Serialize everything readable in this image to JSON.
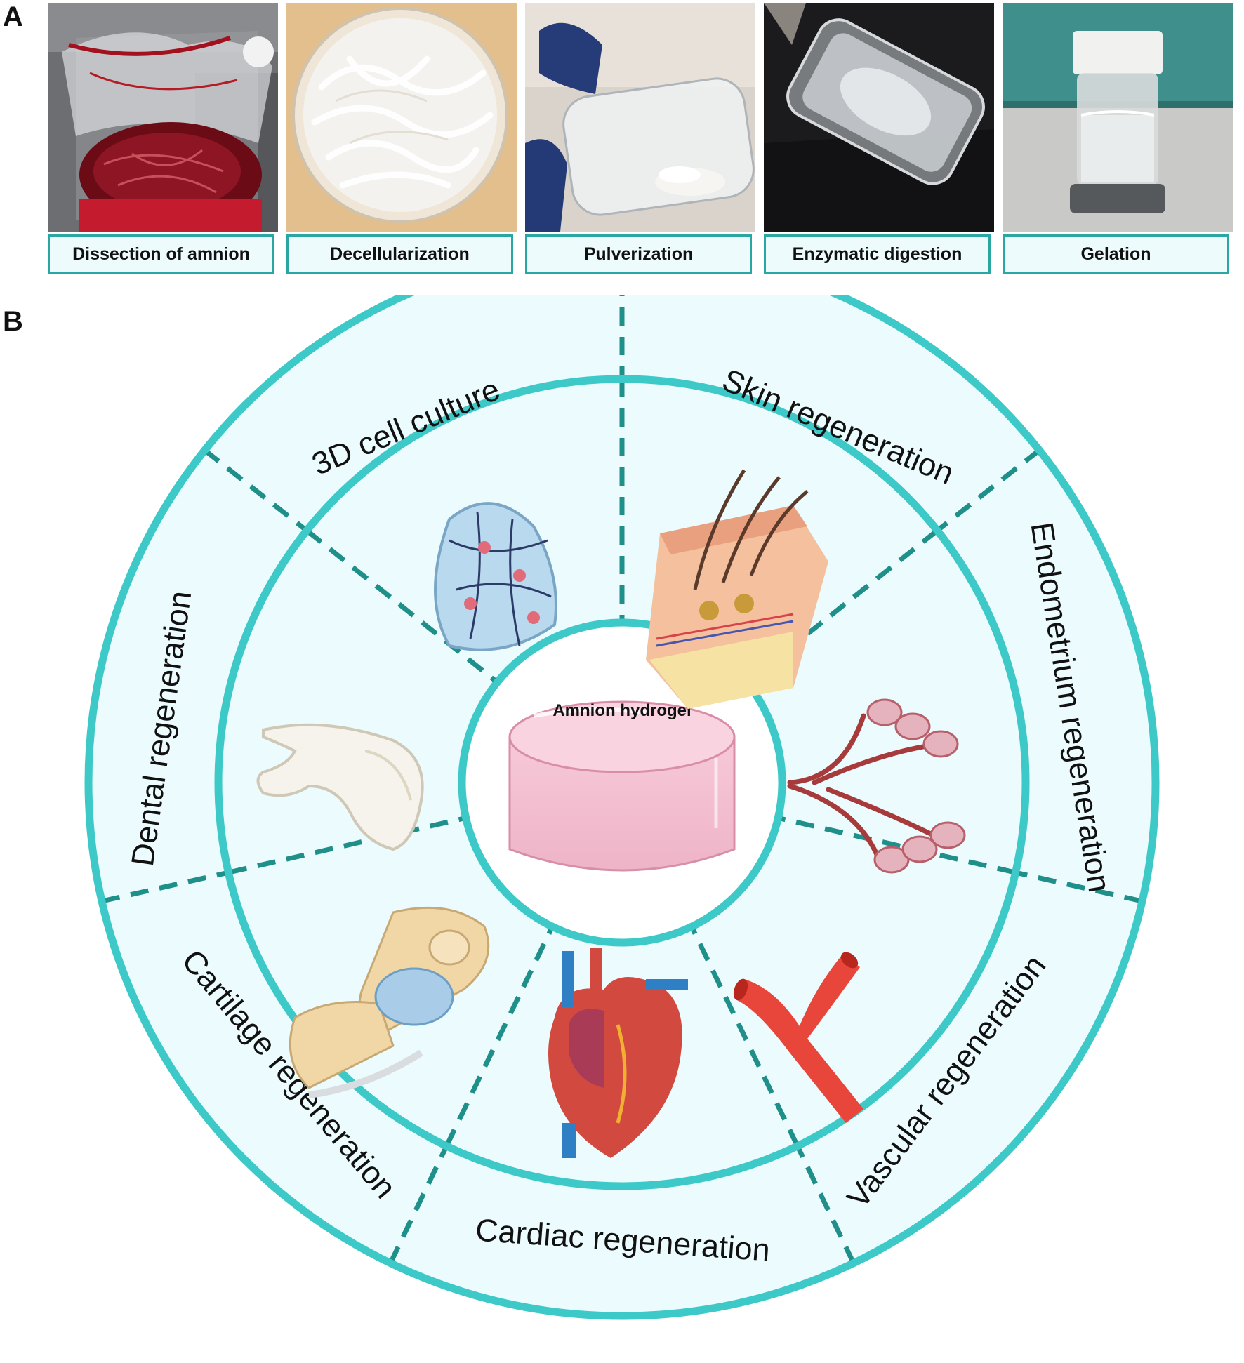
{
  "panel_a": {
    "letter": "A",
    "steps": [
      {
        "label": "Dissection of amnion"
      },
      {
        "label": "Decellularization"
      },
      {
        "label": "Pulverization"
      },
      {
        "label": "Enzymatic digestion"
      },
      {
        "label": "Gelation"
      }
    ]
  },
  "panel_b": {
    "letter": "B",
    "center_label": "Amnion hydrogel",
    "applications": [
      "3D cell culture",
      "Skin regeneration",
      "Endometrium regeneration",
      "Vascular regeneration",
      "Cardiac regeneration",
      "Cartilage regeneration",
      "Dental regeneration"
    ]
  },
  "colors": {
    "ring": "#3cc9c7",
    "divider": "#1f8f8a",
    "ring_fill": "#ecfbfd",
    "box_border": "#2aa7a2",
    "box_fill": "#edfbfc",
    "hydrogel": "#f2bfd0"
  }
}
